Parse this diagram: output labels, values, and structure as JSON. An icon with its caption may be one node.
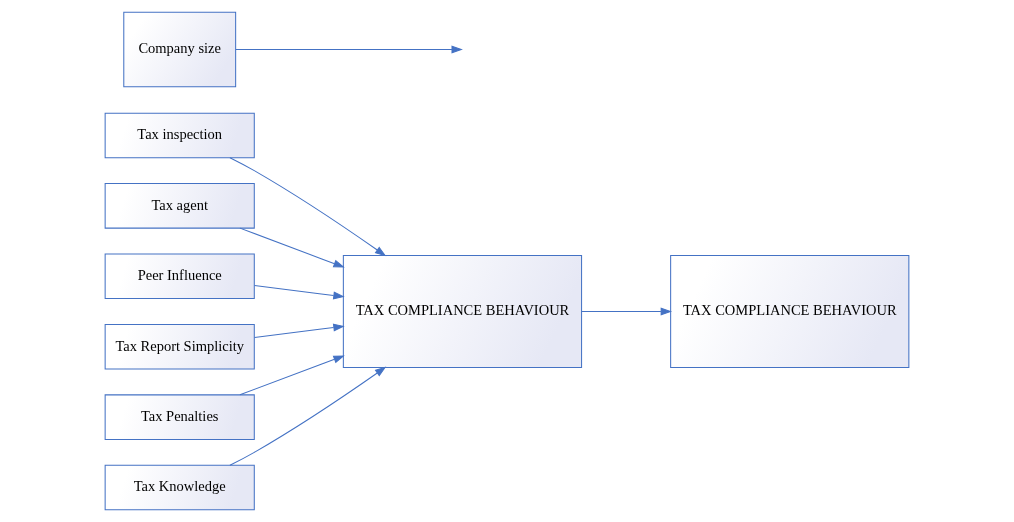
{
  "diagram": {
    "nodes": [
      {
        "text": [
          "Tax inspection"
        ]
      },
      {
        "text": [
          "Tax agent"
        ]
      },
      {
        "text": [
          "Peer Influence"
        ]
      },
      {
        "text": [
          "Tax Report Simplicity"
        ]
      },
      {
        "text": [
          "Tax Penalties"
        ]
      },
      {
        "text": [
          "Tax Knowledge"
        ]
      },
      {
        "text": [
          "TAX COMPLIANCE BEHAVIOUR"
        ]
      },
      {
        "text": [
          "TAX COMPLIANCE BEHAVIOUR"
        ]
      },
      {
        "text": [
          "Company size"
        ]
      }
    ],
    "edges": [
      {
        "from": 0,
        "to": 6,
        "arrow": "to"
      },
      {
        "from": 1,
        "to": 6,
        "arrow": "to"
      },
      {
        "from": 2,
        "to": 6,
        "arrow": "to"
      },
      {
        "from": 3,
        "to": 6,
        "arrow": "to"
      },
      {
        "from": 4,
        "to": 6,
        "arrow": "to"
      },
      {
        "from": 5,
        "to": 6,
        "arrow": "to"
      },
      {
        "from": 6,
        "to": 7,
        "arrow": "to"
      },
      {
        "from": 8,
        "to": null,
        "arrow": "to"
      }
    ]
  }
}
